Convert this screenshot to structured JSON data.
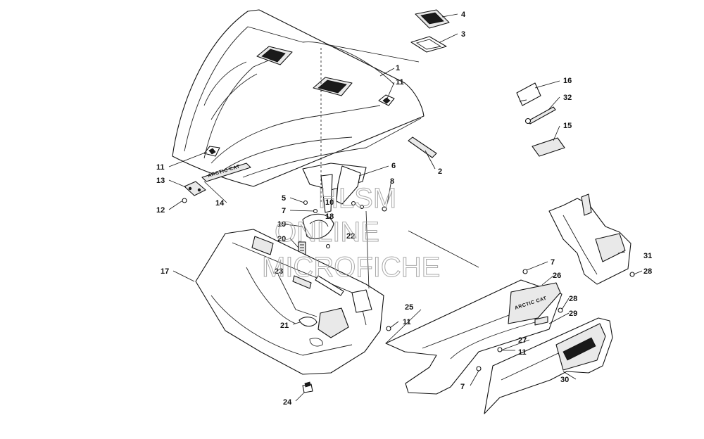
{
  "diagram": {
    "brand_label": "ARCTIC CAT",
    "callouts": [
      {
        "id": "c4",
        "text": "4"
      },
      {
        "id": "c3",
        "text": "3"
      },
      {
        "id": "c1",
        "text": "1"
      },
      {
        "id": "c11a",
        "text": "11"
      },
      {
        "id": "c16",
        "text": "16"
      },
      {
        "id": "c32",
        "text": "32"
      },
      {
        "id": "c15",
        "text": "15"
      },
      {
        "id": "c2",
        "text": "2"
      },
      {
        "id": "c6",
        "text": "6"
      },
      {
        "id": "c8",
        "text": "8"
      },
      {
        "id": "c11b",
        "text": "11"
      },
      {
        "id": "c13",
        "text": "13"
      },
      {
        "id": "c12",
        "text": "12"
      },
      {
        "id": "c14",
        "text": "14"
      },
      {
        "id": "c5",
        "text": "5"
      },
      {
        "id": "c10",
        "text": "10"
      },
      {
        "id": "c7a",
        "text": "7"
      },
      {
        "id": "c18",
        "text": "18"
      },
      {
        "id": "c19",
        "text": "19"
      },
      {
        "id": "c22",
        "text": "22"
      },
      {
        "id": "c20",
        "text": "20"
      },
      {
        "id": "c17",
        "text": "17"
      },
      {
        "id": "c23",
        "text": "23"
      },
      {
        "id": "c31",
        "text": "31"
      },
      {
        "id": "c7b",
        "text": "7"
      },
      {
        "id": "c28a",
        "text": "28"
      },
      {
        "id": "c26",
        "text": "26"
      },
      {
        "id": "c25",
        "text": "25"
      },
      {
        "id": "c28b",
        "text": "28"
      },
      {
        "id": "c29",
        "text": "29"
      },
      {
        "id": "c11c",
        "text": "11"
      },
      {
        "id": "c21",
        "text": "21"
      },
      {
        "id": "c27",
        "text": "27"
      },
      {
        "id": "c11d",
        "text": "11"
      },
      {
        "id": "c7c",
        "text": "7"
      },
      {
        "id": "c30",
        "text": "30"
      },
      {
        "id": "c24",
        "text": "24"
      }
    ]
  },
  "watermark": {
    "line1": "HLSM",
    "line2": "ONLINE",
    "line3": "MICROFICHE"
  }
}
